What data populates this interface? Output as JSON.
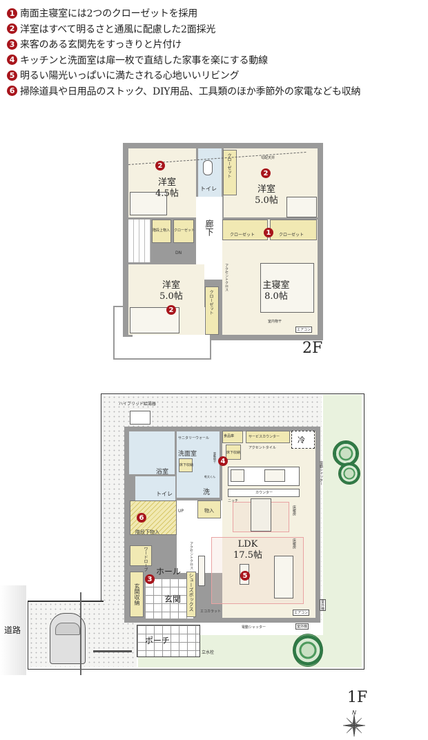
{
  "features": [
    {
      "num": "1",
      "text": "南面主寝室には2つのクローゼットを採用"
    },
    {
      "num": "2",
      "text": "洋室はすべて明るさと通風に配慮した2面採光"
    },
    {
      "num": "3",
      "text": "来客のある玄関先をすっきりと片付け"
    },
    {
      "num": "4",
      "text": "キッチンと洗面室は扉一枚で直結した家事を楽にする動線"
    },
    {
      "num": "5",
      "text": "明るい陽光いっぱいに満たされる心地いいリビング"
    },
    {
      "num": "6",
      "text": "掃除道具や日用品のストック、DIY用品、工具類のほか季節外の家電なども収納"
    }
  ],
  "floor2": {
    "label": "2F",
    "rooms": {
      "western_a": {
        "name": "洋室",
        "size": "4.5帖"
      },
      "western_b": {
        "name": "洋室",
        "size": "5.0帖"
      },
      "western_c": {
        "name": "洋室",
        "size": "5.0帖"
      },
      "master": {
        "name": "主寝室",
        "size": "8.0帖"
      },
      "toilet": "トイレ",
      "corridor": "廊下",
      "closet_left": "クローゼット",
      "closet_right": "クローゼット",
      "stair_storage": "階段上物入",
      "closet_small": "クローゼット",
      "closet_top": "クローゼット",
      "closet_west": "クローゼット"
    },
    "annotations": {
      "sloped_ceiling": "勾配天井",
      "down": "DN",
      "accent_cloth": "アクセントクロス",
      "indoor_drying": "室内物干",
      "aircon": "エアコン"
    },
    "markers": [
      "2",
      "2",
      "1",
      "2"
    ]
  },
  "floor1": {
    "label": "1F",
    "rooms": {
      "ldk": {
        "name": "LDK",
        "size": "17.5帖"
      },
      "bath": "浴室",
      "washroom": "洗面室",
      "toilet": "トイレ",
      "hall": "ホール",
      "entrance": "玄関",
      "porch": "ポーチ",
      "understair": "階段下物入",
      "entrance_storage": "玄関収納",
      "shoe_box": "シューズボックス",
      "wardrobe": "ワードローブ",
      "pantry": "食品庫",
      "service_counter": "サービスカウンター",
      "fridge": "冷",
      "underfloor_a": "床下収納",
      "underfloor_b": "床下収納",
      "sanitary_wall": "サニタリーウォール",
      "storage": "物入",
      "washer": "洗"
    },
    "annotations": {
      "water_heater": "ハイブリッド給湯器",
      "accent_tile": "アクセントタイル",
      "counter": "カウンター",
      "niche": "ニッチ",
      "floor_heating_1": "床暖房",
      "floor_heating_2": "床暖房",
      "shutter_east": "電動シャッター",
      "shutter_south": "電動シャッター",
      "accent_cloth": "アクセントクロス",
      "eco_carat": "エコカラット",
      "aircon": "エアコン",
      "outdoor_unit_1": "室外機",
      "outdoor_unit_2": "室外機",
      "faucet": "立水栓",
      "dryer": "乾太くん",
      "electric_dryer": "電動物干",
      "accent_wall": "アクセントクロス",
      "up": "UP",
      "road": "道路"
    },
    "markers": [
      "4",
      "6",
      "3",
      "5"
    ]
  },
  "compass": {
    "north": "N"
  },
  "colors": {
    "marker": "#a8151c",
    "room_floor": "#f5f1e1",
    "wet_area": "#dbe8f0",
    "storage": "#f1e9b3",
    "wall": "#9a9a9a",
    "lawn": "#e9f2de",
    "rug": "#e9a3a3"
  }
}
